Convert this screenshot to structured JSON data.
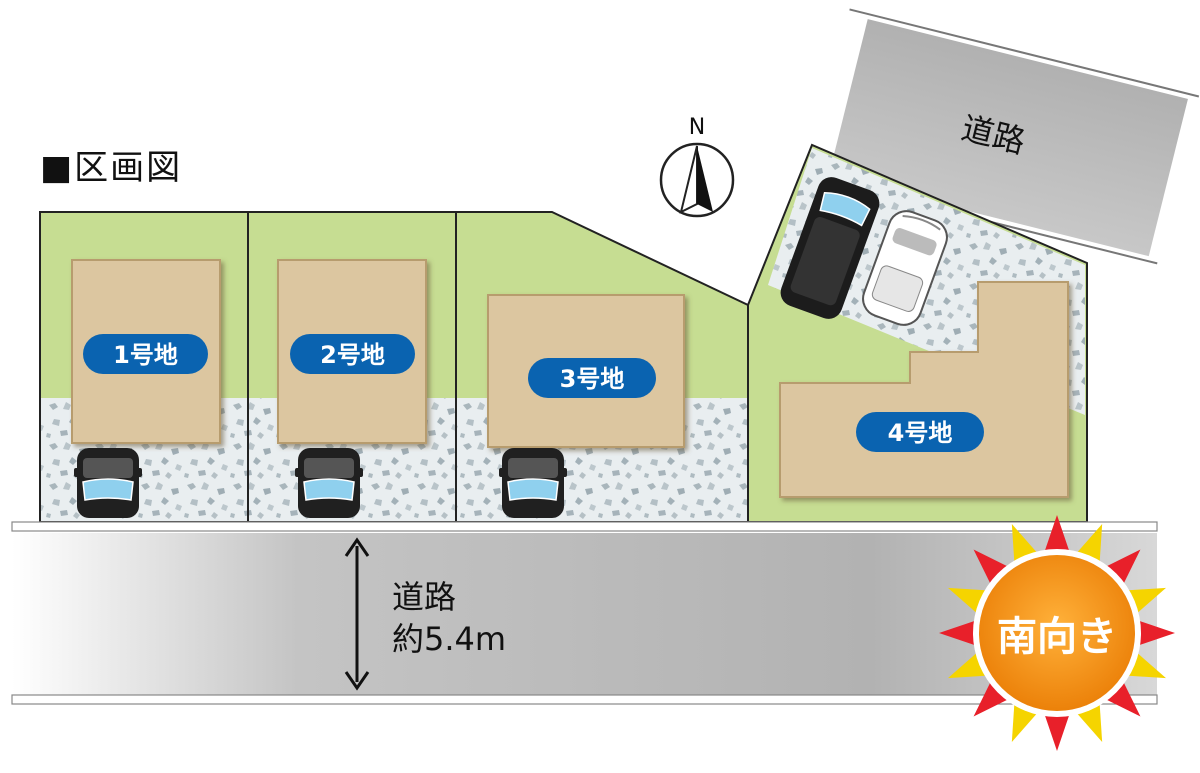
{
  "title": "■区画図",
  "compass_label": "N",
  "lots": [
    {
      "label": "1号地"
    },
    {
      "label": "2号地"
    },
    {
      "label": "3号地"
    },
    {
      "label": "4号地"
    }
  ],
  "top_road": {
    "label": "道路"
  },
  "main_road": {
    "label": "道路",
    "width": "約5.4m"
  },
  "sun_badge": {
    "label": "南向き"
  },
  "colors": {
    "lawn": "#c6dd92",
    "house": "#dcc6a0",
    "badge": "#0a63b0",
    "road": "#b8b8b8",
    "sun_core": "#f08a10",
    "sun_spike_red": "#e8202a",
    "sun_spike_yellow": "#f5d400"
  }
}
